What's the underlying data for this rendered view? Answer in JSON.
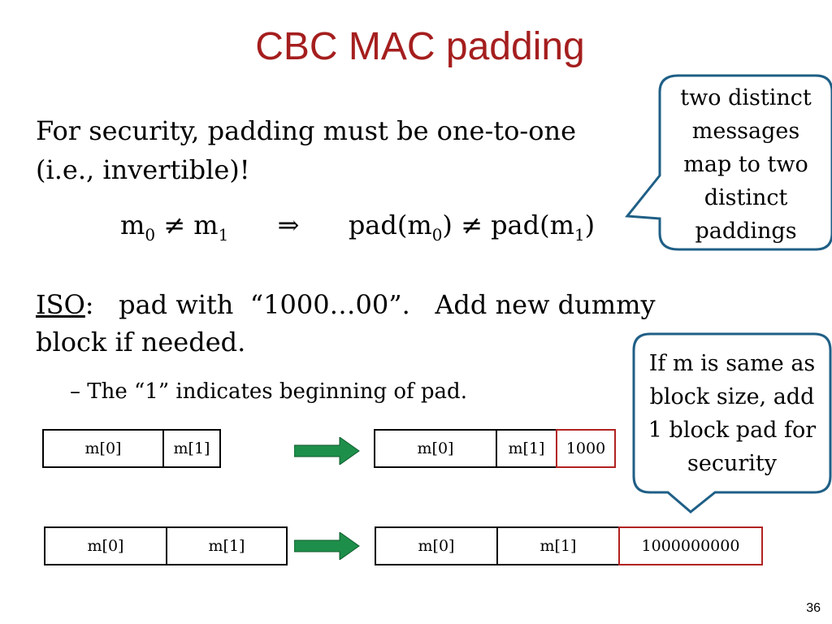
{
  "title": "CBC MAC padding",
  "intro": {
    "line1": "For security, padding must be one-to-one",
    "line2": "(i.e., invertible)!"
  },
  "formula": {
    "m": "m",
    "sub0": "0",
    "sub1": "1",
    "neq": "≠",
    "implies": "⇒",
    "pad_open": "pad(m",
    "pad_close": ")"
  },
  "iso": {
    "label": "ISO",
    "rest_line1": ":   pad with  “1000…00”.   Add new dummy",
    "line2": "block if needed.",
    "bullet": "– The “1” indicates beginning of pad."
  },
  "callout_top": {
    "lines": [
      "two distinct",
      "messages",
      "map to two",
      "distinct",
      "paddings"
    ]
  },
  "callout_bottom": {
    "lines": [
      "If m is same as",
      "block size, add",
      "1 block pad for",
      "security"
    ]
  },
  "row1": {
    "before": [
      "m[0]",
      "m[1]"
    ],
    "after": [
      "m[0]",
      "m[1]",
      "1000"
    ]
  },
  "row2": {
    "before": [
      "m[0]",
      "m[1]"
    ],
    "after": [
      "m[0]",
      "m[1]",
      "1000000000"
    ]
  },
  "slide_number": "36",
  "colors": {
    "title": "#a51e1e",
    "callout_border": "#1f5f86",
    "pad_border": "#b22222",
    "arrow": "#1e8f4a"
  }
}
